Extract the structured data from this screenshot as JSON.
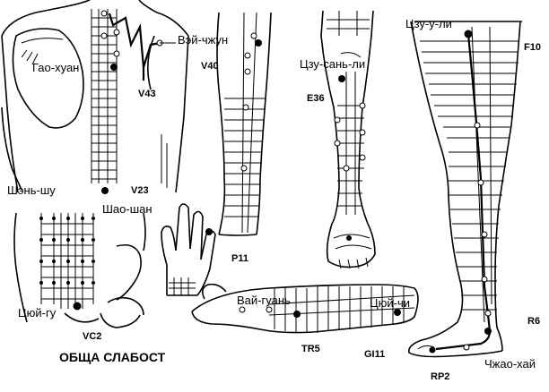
{
  "title": "ОБЩА СЛАБОСТ",
  "points": {
    "gao_huan": "Гао-хуан",
    "wei_zhun": "Вэй-чжун",
    "shen_shu": "Шэнь-шу",
    "shao_shan": "Шао-шан",
    "tsu_san_li": "Цзу-сань-ли",
    "tsu_u_li": "Цзу-у-ли",
    "tsoy_gu": "Цюй-гу",
    "vay_guan": "Вай-гуань",
    "tsoy_chi": "Цюй-чи",
    "zhao_hai": "Чжао-хай"
  },
  "codes": {
    "v43": "V43",
    "v40": "V40",
    "v23": "V23",
    "e36": "E36",
    "f10": "F10",
    "p11": "P11",
    "vc2": "VC2",
    "tr5": "TR5",
    "gi11": "GI11",
    "r6": "R6",
    "rp2": "RP2"
  },
  "colors": {
    "ink": "#000000",
    "paper": "#ffffff"
  }
}
